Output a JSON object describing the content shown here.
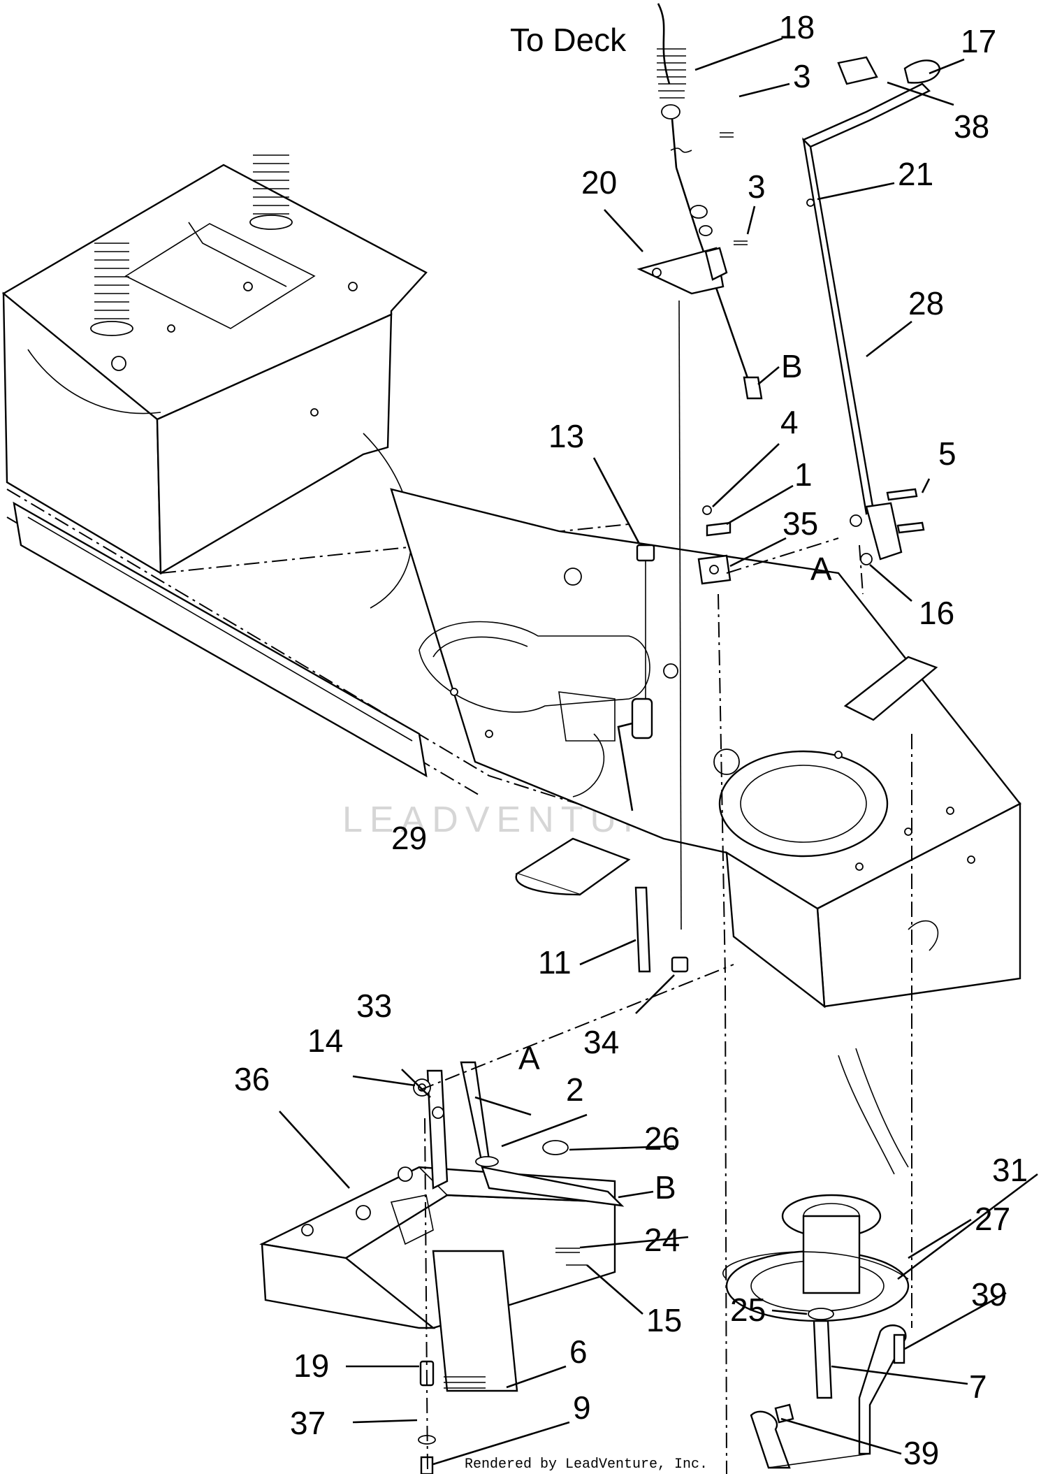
{
  "diagram": {
    "labels": {
      "to_deck": "To Deck",
      "c18": "18",
      "c3a": "3",
      "c17": "17",
      "c38": "38",
      "c20": "20",
      "c3b": "3",
      "c21": "21",
      "c28": "28",
      "cB1": "B",
      "c13": "13",
      "c4": "4",
      "c5": "5",
      "c1": "1",
      "c35": "35",
      "cA1": "A",
      "c16": "16",
      "c29": "29",
      "c11": "11",
      "c34": "34",
      "c33": "33",
      "c14": "14",
      "cA2": "A",
      "c36": "36",
      "c2": "2",
      "c26": "26",
      "cB2": "B",
      "c31": "31",
      "c24": "24",
      "c27": "27",
      "c39a": "39",
      "c15": "15",
      "c25": "25",
      "c19": "19",
      "c6": "6",
      "c7": "7",
      "c37": "37",
      "c9": "9",
      "c39b": "39"
    },
    "caption": "Rendered by LeadVenture, Inc.",
    "watermark": "LEADVENTURE"
  }
}
